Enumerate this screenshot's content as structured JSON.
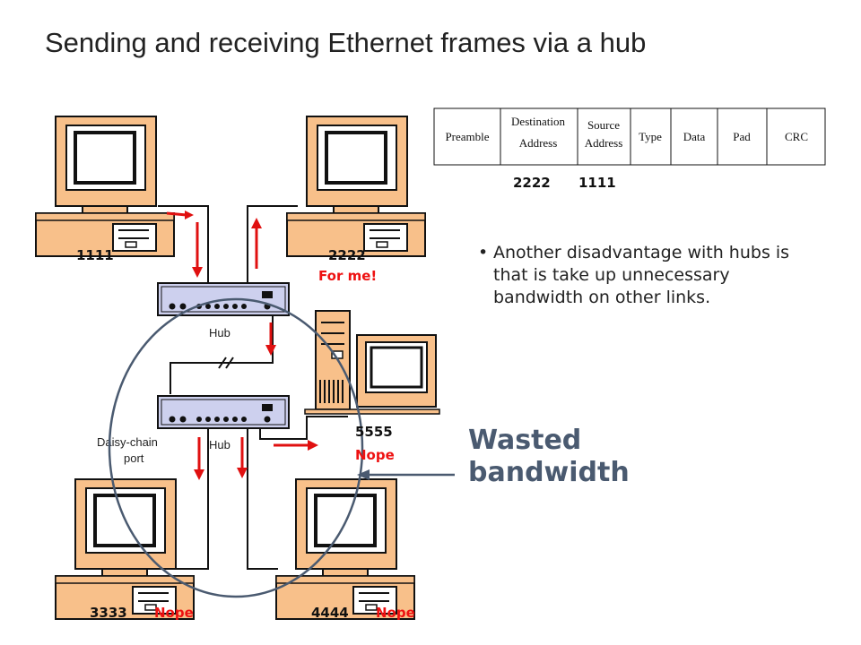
{
  "title": "Sending and receiving Ethernet frames via a hub",
  "frame": {
    "fields": [
      "Preamble",
      "Destination",
      "Address",
      "Source",
      "Address",
      "Type",
      "Data",
      "Pad",
      "CRC"
    ],
    "dest_value": "2222",
    "src_value": "1111"
  },
  "hosts": {
    "h1111": {
      "address": "1111"
    },
    "h2222": {
      "address": "2222",
      "status": "For me!"
    },
    "h5555": {
      "address": "5555",
      "status": "Nope"
    },
    "h3333": {
      "address": "3333",
      "status": "Nope"
    },
    "h4444": {
      "address": "4444",
      "status": "Nope"
    }
  },
  "hubs": {
    "top_label": "Hub",
    "bottom_label": "Hub",
    "daisy_chain_line1": "Daisy-chain",
    "daisy_chain_line2": "port"
  },
  "bullet": "Another disadvantage with hubs is that is take up unnecessary bandwidth on other links.",
  "callout": {
    "line1": "Wasted",
    "line2": "bandwidth"
  },
  "colors": {
    "computer": "#f8c08a",
    "hub": "#cdd0ee",
    "arrow": "#e01010",
    "circle": "#4a5a70",
    "status_red": "#e11"
  }
}
